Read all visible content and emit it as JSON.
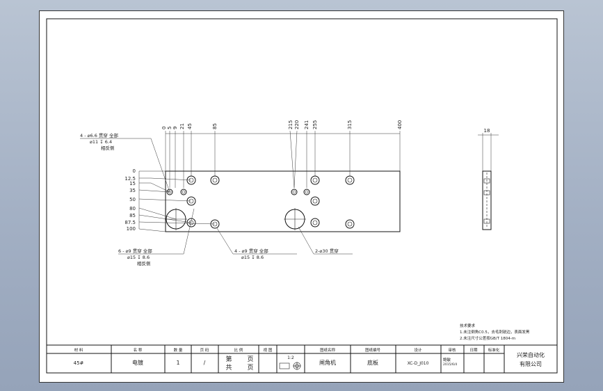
{
  "drawing": {
    "top_dims": [
      "0",
      "5",
      "9",
      "21",
      "45",
      "85",
      "215",
      "220",
      "241",
      "255",
      "315",
      "400"
    ],
    "left_dims": [
      "0",
      "12.5",
      "15",
      "35",
      "50",
      "80",
      "85",
      "87.5",
      "100"
    ],
    "side_dim": "18",
    "callout_top": {
      "line1": "4 - ⌀6.6 贯穿 全部",
      "line2": "⌀11 ↧ 6.4",
      "line3": "相反侧"
    },
    "callout_bottom_left": {
      "line1": "6 - ⌀9 贯穿 全部",
      "line2": "⌀15 ↧ 8.6",
      "line3": "相反侧"
    },
    "callout_bottom_mid": {
      "line1": "4 - ⌀9 贯穿 全部",
      "line2": "⌀15 ↧ 8.6"
    },
    "callout_big": "2-⌀30 贯穿",
    "notes": {
      "title": "技术要求",
      "line1": "1.未注倒角C0.5，去毛刺锐边，表面发黑",
      "line2": "2.未注尺寸公差按GB/T 1804-m"
    }
  },
  "title_block": {
    "headers": [
      "材 料",
      "名 称",
      "数 量",
      "页 码",
      "比 例",
      "视 图",
      "",
      "图纸名称",
      "图纸编号",
      "设计",
      "审核",
      "日期",
      "标准化"
    ],
    "material": "45#",
    "name": "电镀",
    "quantity": "1",
    "page": "/",
    "page_di": "第",
    "page_ye": "页",
    "page_gong": "共",
    "page_ye2": "页",
    "scale": "1:2",
    "machine": "闸角机",
    "part": "底板",
    "code": "XC-D_J010",
    "designer": "鲍敏",
    "date": "2015/6/4",
    "company_line1": "兴荣自动化",
    "company_line2": "有限公司"
  }
}
